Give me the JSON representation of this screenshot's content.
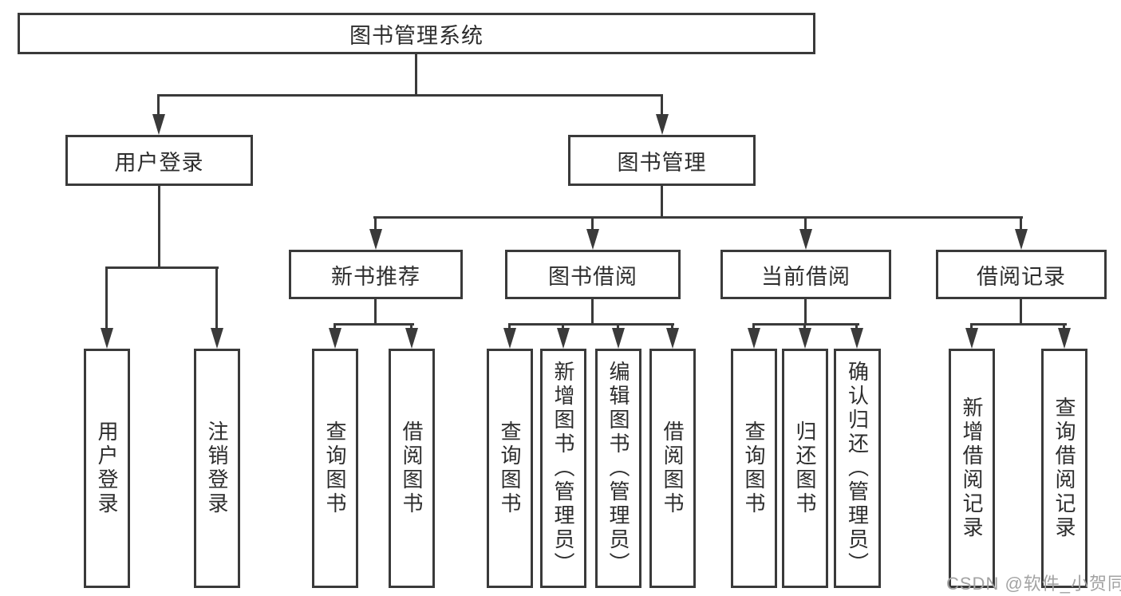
{
  "diagram": {
    "title": "图书管理系统",
    "nodes": {
      "root": "图书管理系统",
      "user_login_group": "用户登录",
      "book_mgmt_group": "图书管理",
      "new_books": "新书推荐",
      "book_borrow": "图书借阅",
      "current_borrow": "当前借阅",
      "borrow_records": "借阅记录",
      "leaf_user_login": "用户登录",
      "leaf_logout": "注销登录",
      "leaf_nb_query_books": "查询图书",
      "leaf_nb_borrow_books": "借阅图书",
      "leaf_bb_query_books": "查询图书",
      "leaf_bb_add_books": "新增图书（管理员）",
      "leaf_bb_edit_books": "编辑图书（管理员）",
      "leaf_bb_borrow_books": "借阅图书",
      "leaf_cb_query_books": "查询图书",
      "leaf_cb_return_books": "归还图书",
      "leaf_cb_confirm_return": "确认归还（管理员）",
      "leaf_br_add_record": "新增借阅记录",
      "leaf_br_query_record": "查询借阅记录"
    },
    "colors": {
      "line": "#3a3a3a",
      "text": "#2d2d2d",
      "background": "#ffffff",
      "watermark": "#a3a3a3"
    }
  },
  "watermark": {
    "text": "CSDN @软件_小贺同学"
  }
}
